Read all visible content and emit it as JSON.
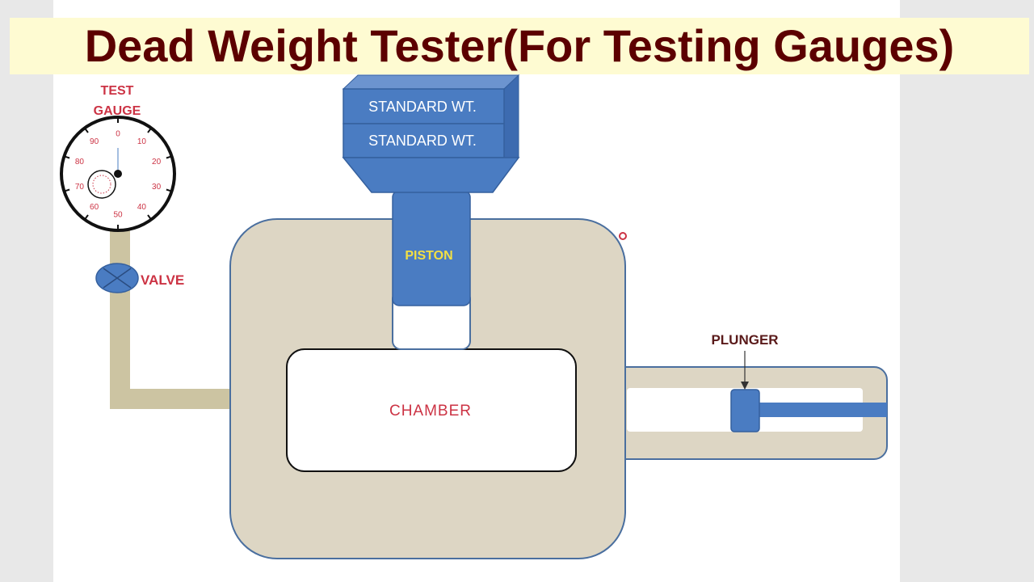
{
  "title": "Dead Weight Tester(For Testing Gauges)",
  "labels": {
    "test_gauge_line1": "TEST",
    "test_gauge_line2": "GAUGE",
    "valve": "VALVE",
    "standard_wt_1": "STANDARD WT.",
    "standard_wt_2": "STANDARD WT.",
    "piston": "PISTON",
    "chamber": "CHAMBER",
    "plunger": "PLUNGER"
  },
  "gauge": {
    "scale": [
      "0",
      "10",
      "20",
      "30",
      "40",
      "50",
      "60",
      "70",
      "80",
      "90"
    ]
  },
  "colors": {
    "title_text": "#5c0000",
    "title_background": "#fefbd2",
    "body_fill": "#ddd6c4",
    "body_stroke": "#4a6f9f",
    "component_blue": "#4a7cc2",
    "label_red": "#cc3344",
    "piston_label": "#f2e043"
  }
}
